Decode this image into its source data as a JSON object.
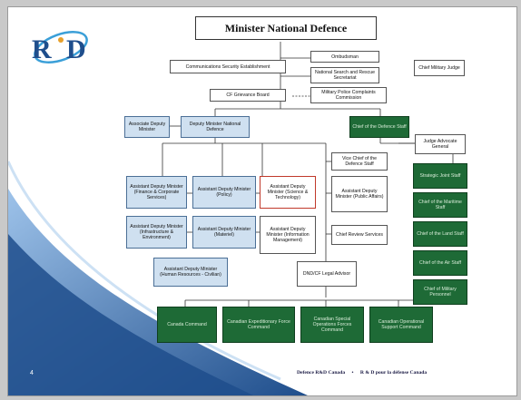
{
  "logo": {
    "text": "R D"
  },
  "org_chart": {
    "minister": "Minister National Defence",
    "comm_security": "Communications Security Establishment",
    "ombudsman": "Ombudsman",
    "nsar": "National Search and Rescue Secretariat",
    "chief_military_judge": "Chief Military Judge",
    "cf_grievance": "CF Grievance Board",
    "mp_complaints": "Military Police Complaints Commission",
    "associate_dm": "Associate Deputy Minister",
    "deputy_minister": "Deputy Minister National Defence",
    "chief_defence_staff": "Chief of the Defence Staff",
    "judge_advocate": "Judge Advocate General",
    "vice_chief": "Vice Chief of the Defence Staff",
    "adm_finance": "Assistant Deputy Minister (Finance & Corporate Services)",
    "adm_policy": "Assistant Deputy Minister (Policy)",
    "adm_st": "Assistant Deputy Minister (Science & Technology)",
    "adm_pa": "Assistant Deputy Minister (Public Affairs)",
    "adm_ie": "Assistant Deputy Minister (Infrastructure & Environment)",
    "adm_materiel": "Assistant Deputy Minister (Materiel)",
    "adm_im": "Assistant Deputy Minister (Information Management)",
    "chief_review": "Chief Review Services",
    "adm_hr": "Assistant Deputy Minister (Human Resources - Civilian)",
    "dnd_legal": "DND/CF Legal Advisor",
    "strategic_joint": "Strategic Joint Staff",
    "chief_maritime": "Chief of the Maritime Staff",
    "chief_land": "Chief of the Land Staff",
    "chief_air": "Chief of the Air Staff",
    "chief_mil_personnel": "Chief of Military Personnel",
    "canada_command": "Canada Command",
    "expeditionary": "Canadian Expeditionary Force Command",
    "special_ops": "Canadian Special Operations Forces Command",
    "operational_support": "Canadian Operational Support Command"
  },
  "footer": {
    "left": "Defence R&D Canada",
    "separator": "•",
    "right": "R & D pour la défense Canada",
    "page_number": "4"
  },
  "colors": {
    "green_box": "#1e6a36",
    "blue_box": "#cfe0f0",
    "swoosh_blue": "#1f4e8c",
    "highlight_red": "#c0392b"
  }
}
